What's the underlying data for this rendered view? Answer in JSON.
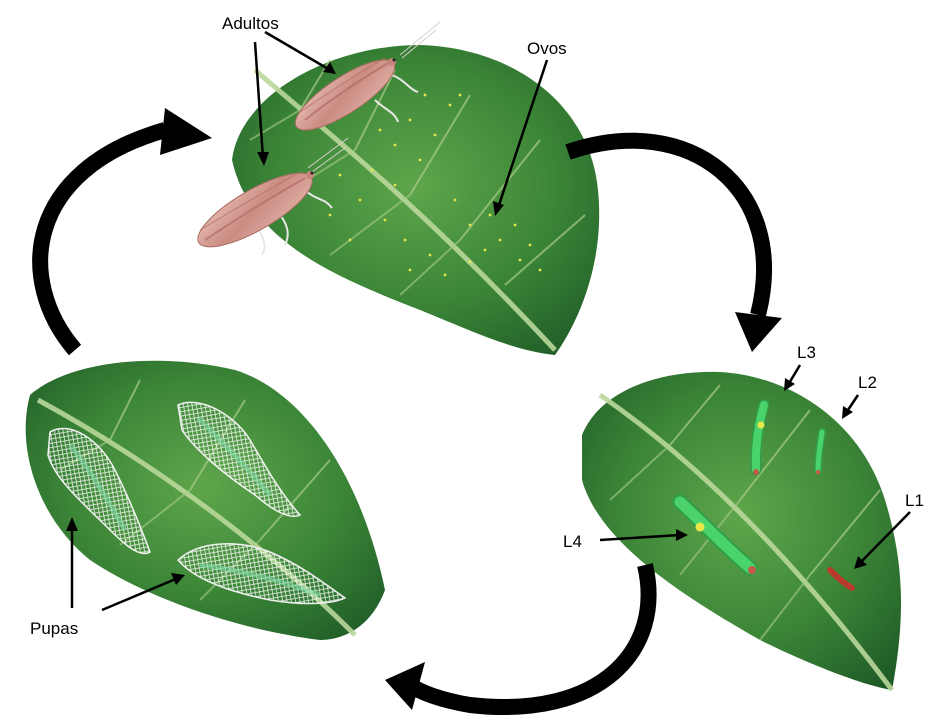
{
  "labels": {
    "adults": "Adultos",
    "eggs": "Ovos",
    "pupae": "Pupas",
    "l1": "L1",
    "l2": "L2",
    "l3": "L3",
    "l4": "L4"
  },
  "colors": {
    "leaf_dark": "#1f5e28",
    "leaf_mid": "#3f8a3a",
    "leaf_light": "#6db058",
    "vein": "#b9d79a",
    "arrow": "#000000",
    "moth_body": "#d9a59a",
    "moth_stripe": "#b06a64",
    "egg": "#e6e84a",
    "larva": "#3cc45a",
    "larva_red": "#b83a2a",
    "pupa_mesh": "#f2f2f2"
  }
}
